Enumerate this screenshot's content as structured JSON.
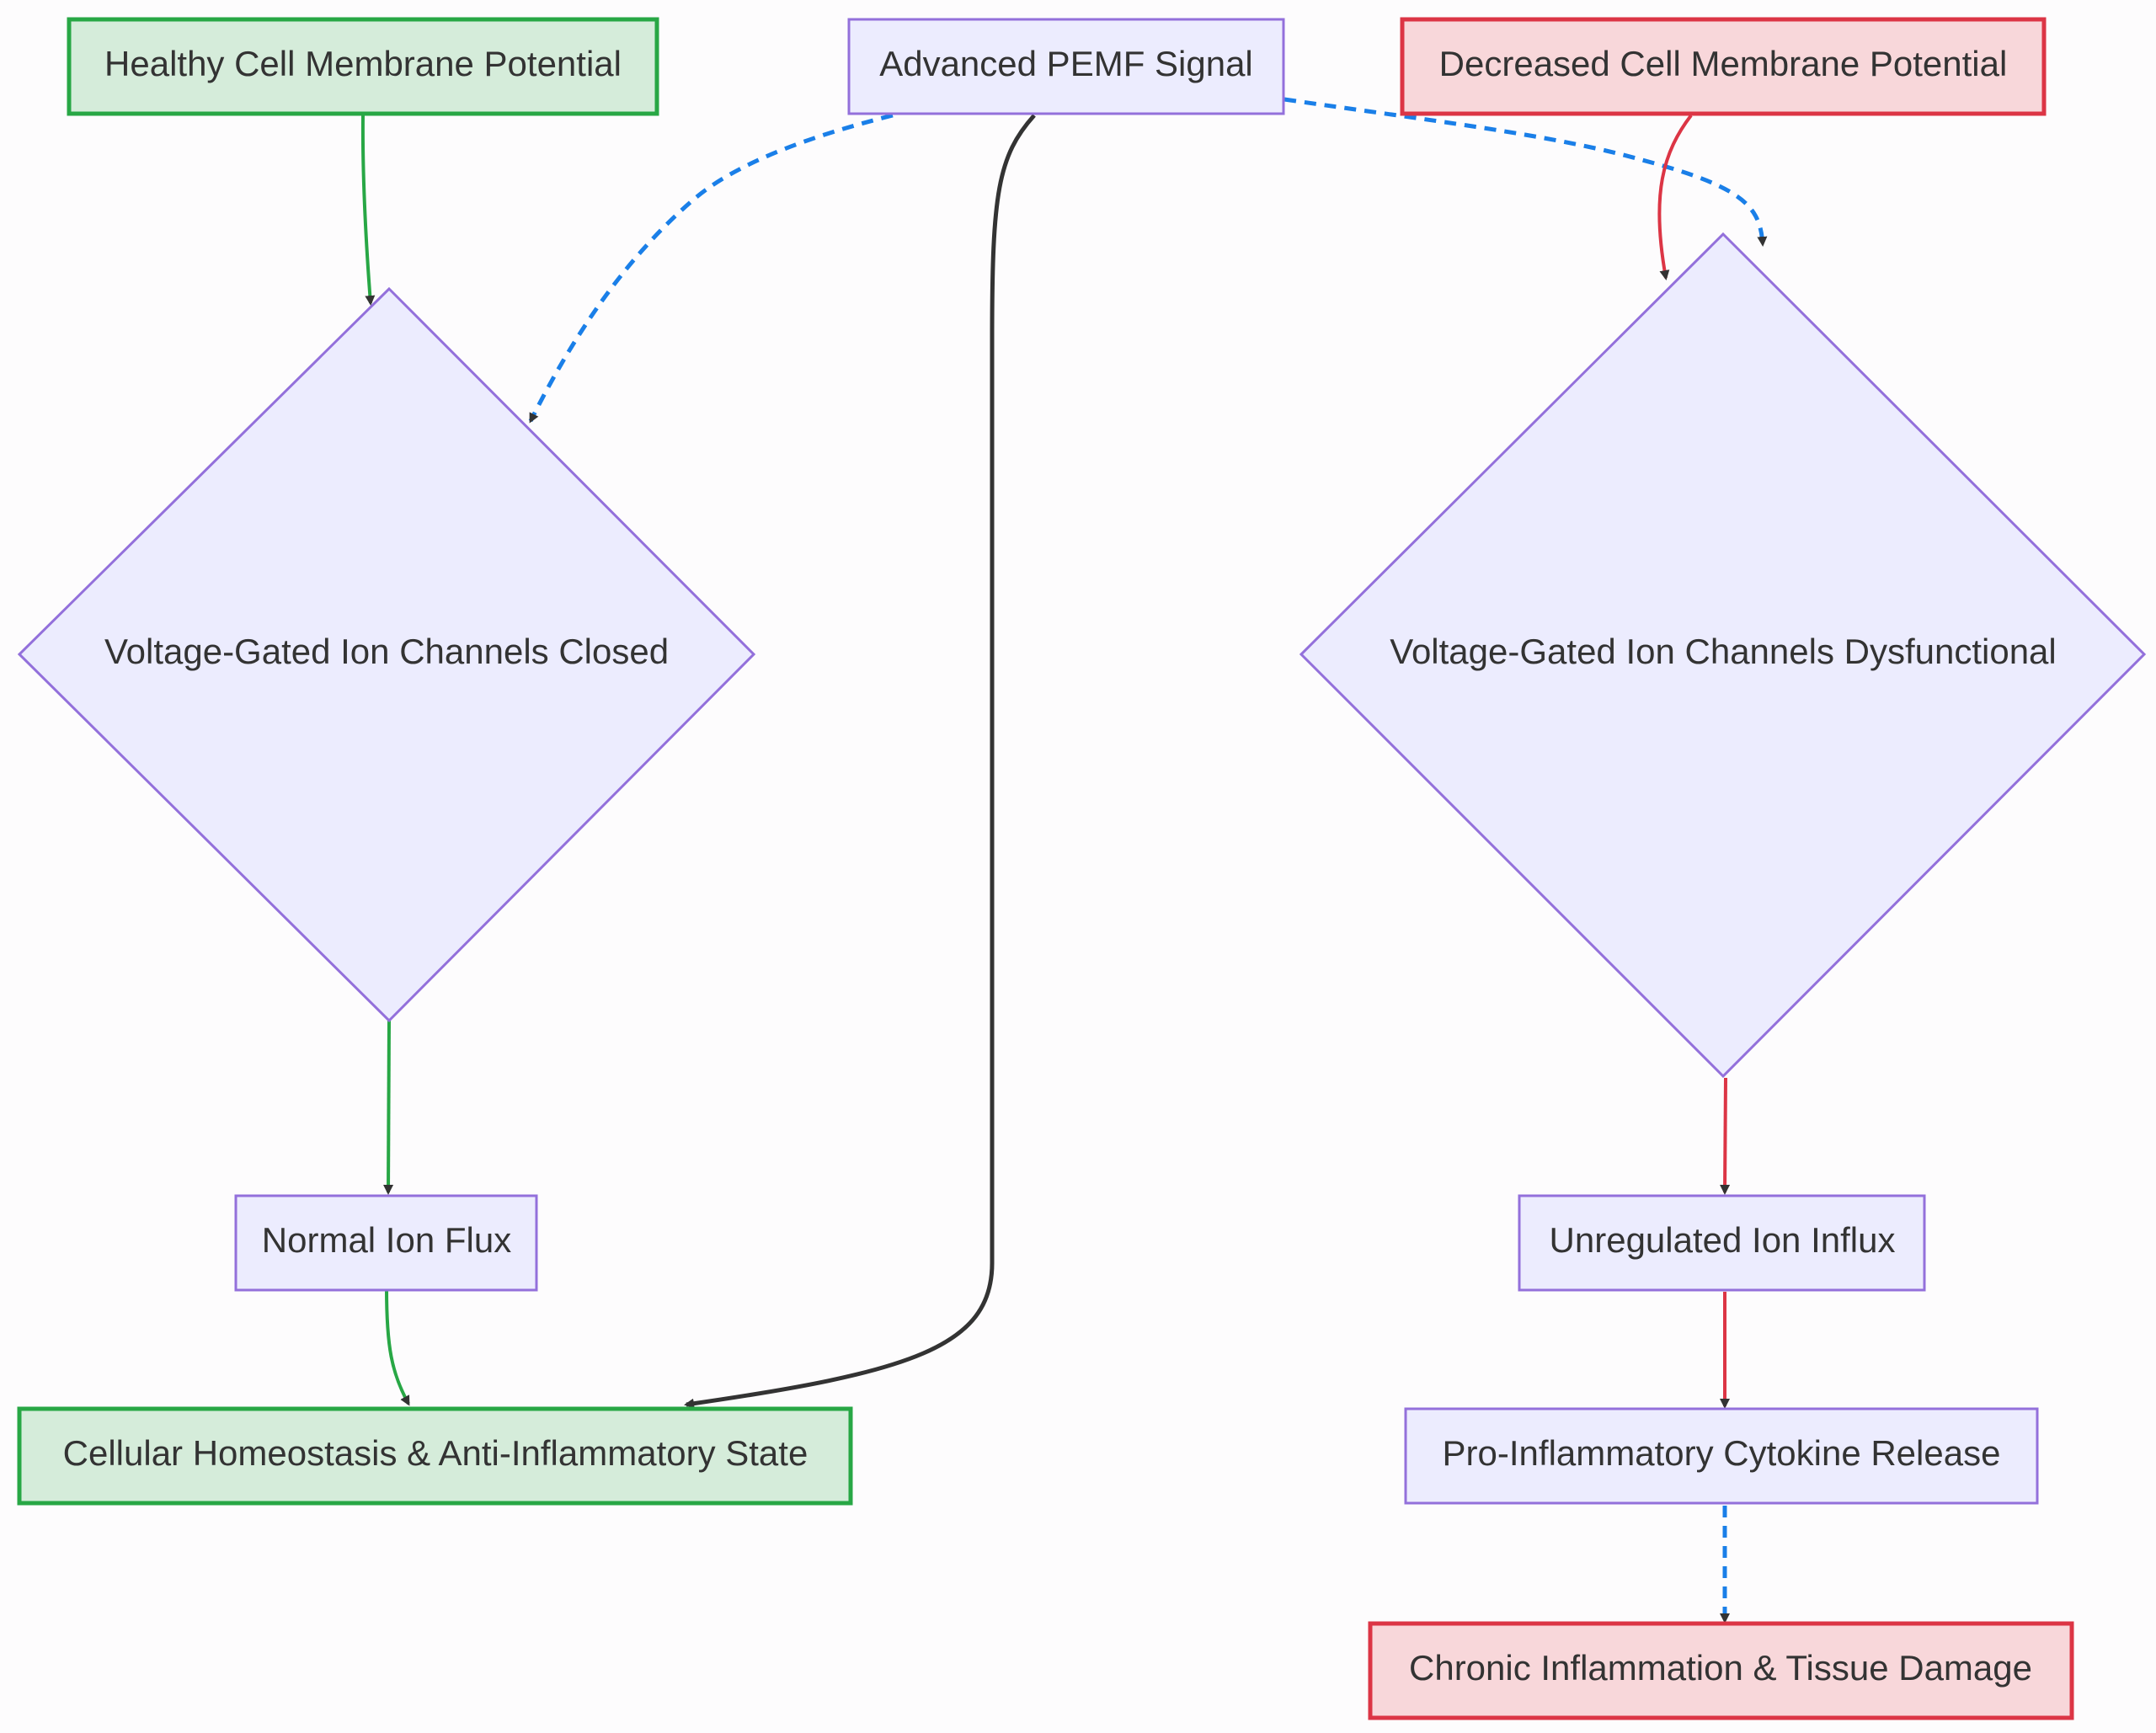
{
  "nodes": {
    "healthy_potential": {
      "label": "Healthy Cell Membrane Potential",
      "fill": "#d5ecda",
      "stroke": "#28a745",
      "shape": "rect"
    },
    "pemf_signal": {
      "label": "Advanced PEMF Signal",
      "fill": "#ececfe",
      "stroke": "#9370db",
      "shape": "rect"
    },
    "decreased_potential": {
      "label": "Decreased Cell Membrane Potential",
      "fill": "#f8d7da",
      "stroke": "#dc3545",
      "shape": "rect"
    },
    "channels_closed": {
      "label": "Voltage-Gated Ion Channels Closed",
      "fill": "#ececfe",
      "stroke": "#9370db",
      "shape": "diamond"
    },
    "channels_dysfunctional": {
      "label": "Voltage-Gated Ion Channels Dysfunctional",
      "fill": "#ececfe",
      "stroke": "#9370db",
      "shape": "diamond"
    },
    "normal_flux": {
      "label": "Normal Ion Flux",
      "fill": "#ececfe",
      "stroke": "#9370db",
      "shape": "rect"
    },
    "unregulated_influx": {
      "label": "Unregulated Ion Influx",
      "fill": "#ececfe",
      "stroke": "#9370db",
      "shape": "rect"
    },
    "homeostasis": {
      "label": "Cellular Homeostasis & Anti-Inflammatory State",
      "fill": "#d5ecda",
      "stroke": "#28a745",
      "shape": "rect"
    },
    "cytokine_release": {
      "label": "Pro-Inflammatory Cytokine Release",
      "fill": "#ececfe",
      "stroke": "#9370db",
      "shape": "rect"
    },
    "chronic_inflammation": {
      "label": "Chronic Inflammation & Tissue Damage",
      "fill": "#f8d7da",
      "stroke": "#dc3545",
      "shape": "rect"
    }
  },
  "edges": [
    {
      "from": "healthy_potential",
      "to": "channels_closed",
      "color": "#28a745",
      "style": "solid"
    },
    {
      "from": "channels_closed",
      "to": "normal_flux",
      "color": "#28a745",
      "style": "solid"
    },
    {
      "from": "normal_flux",
      "to": "homeostasis",
      "color": "#28a745",
      "style": "solid"
    },
    {
      "from": "pemf_signal",
      "to": "channels_closed",
      "color": "#1a7fe8",
      "style": "dashed"
    },
    {
      "from": "pemf_signal",
      "to": "homeostasis",
      "color": "#333333",
      "style": "solid"
    },
    {
      "from": "pemf_signal",
      "to": "channels_dysfunctional",
      "color": "#1a7fe8",
      "style": "dashed"
    },
    {
      "from": "decreased_potential",
      "to": "channels_dysfunctional",
      "color": "#dc3545",
      "style": "solid"
    },
    {
      "from": "channels_dysfunctional",
      "to": "unregulated_influx",
      "color": "#dc3545",
      "style": "solid"
    },
    {
      "from": "unregulated_influx",
      "to": "cytokine_release",
      "color": "#dc3545",
      "style": "solid"
    },
    {
      "from": "cytokine_release",
      "to": "chronic_inflammation",
      "color": "#1a7fe8",
      "style": "dashed"
    }
  ],
  "colors": {
    "background": "#fdfcfd",
    "arrowhead": "#333333",
    "text": "#333333"
  }
}
